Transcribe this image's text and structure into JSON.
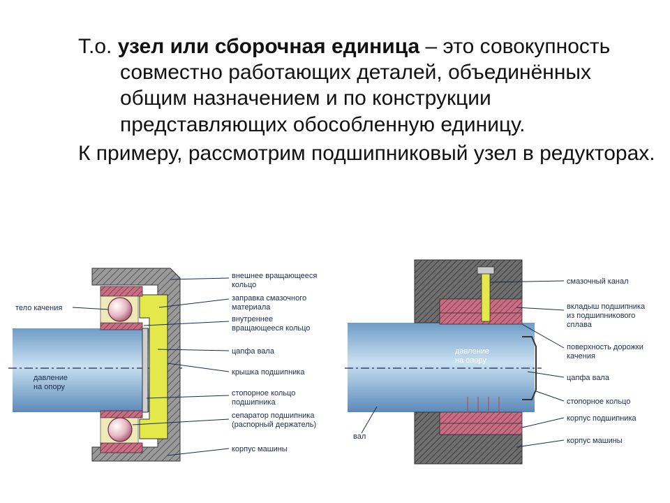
{
  "text": {
    "p1_prefix": "Т.о. ",
    "p1_bold": "узел или сборочная единица",
    "p1_rest": " – это совокупность совместно работающих деталей, объединённых общим назначением и по конструкции представляющих обособленную единицу.",
    "p2": "К примеру, рассмотрим подшипниковый узел в редукторах."
  },
  "left_diagram": {
    "label_body": "тело качения",
    "label_pressure": [
      "давление",
      "на опору"
    ],
    "callouts": [
      [
        "внешнее вращающееся",
        "кольцо"
      ],
      [
        "заправка смазочного",
        "материала"
      ],
      [
        "внутреннее",
        "вращающееся кольцо"
      ],
      [
        "цапфа вала"
      ],
      [
        "крышка подшипника"
      ],
      [
        "стопорное кольцо",
        "подшипника"
      ],
      [
        "сепаратор подшипника",
        "(распорный держатель)"
      ],
      [
        "корпус машины"
      ]
    ]
  },
  "right_diagram": {
    "label_pressure": [
      "давление",
      "на опору"
    ],
    "label_shaft": "вал",
    "callouts": [
      [
        "смазочный канал"
      ],
      [
        "вкладыш подшипника",
        "из подшипникового",
        "сплава"
      ],
      [
        "поверхность дорожки",
        "качения"
      ],
      [
        "цапфа вала"
      ],
      [
        "стопорное кольцо"
      ],
      [
        "корпус подшипника"
      ],
      [
        "корпус машины"
      ]
    ]
  },
  "colors": {
    "shaft": "#8fb8dc",
    "housing": "#8a8a8a",
    "bearing": "#c86e84",
    "grease": "#e4e84a",
    "leader": "#1b2a4a"
  }
}
